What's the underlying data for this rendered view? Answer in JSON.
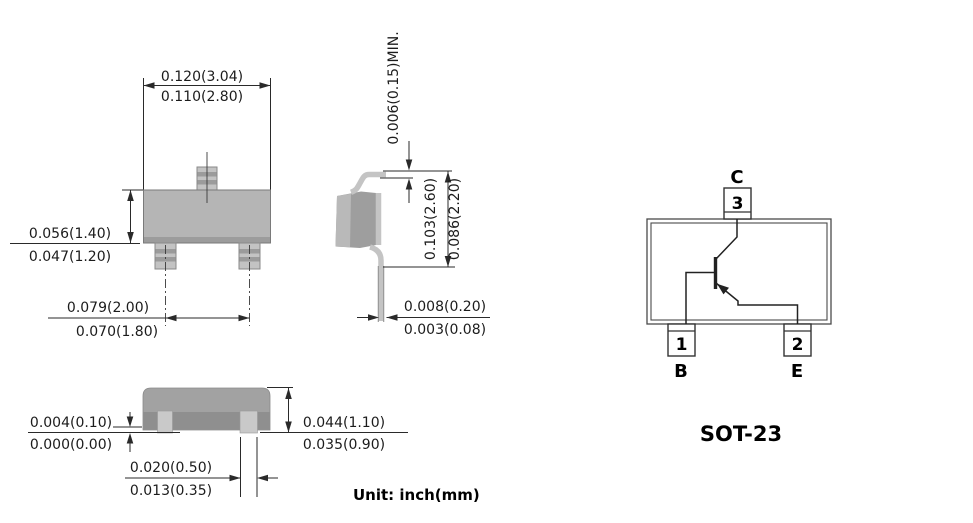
{
  "front_view": {
    "dim_width_inch": "0.120(3.04)",
    "dim_width_mm": "0.110(2.80)",
    "dim_height_inch": "0.056(1.40)",
    "dim_height_mm": "0.047(1.20)",
    "dim_pitch_inch": "0.079(2.00)",
    "dim_pitch_mm": "0.070(1.80)"
  },
  "side_view": {
    "dim_standoff": "0.006(0.15)MIN.",
    "dim_height_max": "0.103(2.60)",
    "dim_height_min": "0.086(2.20)",
    "dim_lead_thk_max": "0.008(0.20)",
    "dim_lead_thk_min": "0.003(0.08)"
  },
  "bottom_view": {
    "dim_standoff_max": "0.004(0.10)",
    "dim_standoff_min": "0.000(0.00)",
    "dim_lead_len_max": "0.044(1.10)",
    "dim_lead_len_min": "0.035(0.90)",
    "dim_lead_w_max": "0.020(0.50)",
    "dim_lead_w_min": "0.013(0.35)"
  },
  "schematic": {
    "pin3_label": "C",
    "pin3_number": "3",
    "pin1_number": "1",
    "pin1_label": "B",
    "pin2_number": "2",
    "pin2_label": "E",
    "package_name": "SOT-23"
  },
  "footer": {
    "unit_note": "Unit: inch(mm)"
  }
}
